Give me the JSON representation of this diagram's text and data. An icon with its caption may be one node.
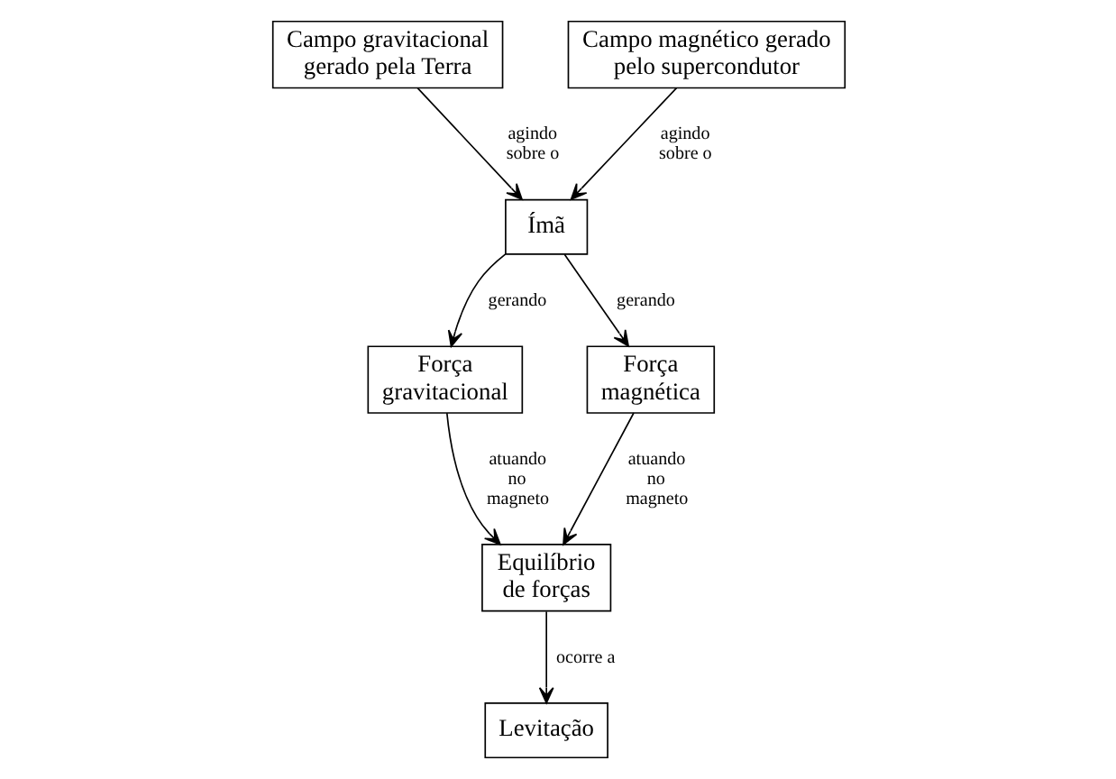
{
  "diagram": {
    "nodes": [
      {
        "text": [
          "Campo gravitacional gerado pela Terra"
        ]
      },
      {
        "text": [
          "Campo magnético gerado pelo supercondutor"
        ]
      },
      {
        "text": [
          "Ímã"
        ]
      },
      {
        "text": [
          "Força gravitacional"
        ]
      },
      {
        "text": [
          "Força magnética"
        ]
      },
      {
        "text": [
          "Equilíbrio de forças"
        ]
      },
      {
        "text": [
          "Levitação"
        ]
      }
    ],
    "edges": [
      {
        "from": 0,
        "to": 2,
        "arrow": "to",
        "label": "agindo sobre o"
      },
      {
        "from": 1,
        "to": 2,
        "arrow": "to",
        "label": "agindo sobre o"
      },
      {
        "from": 2,
        "to": 3,
        "arrow": "to",
        "label": "gerando"
      },
      {
        "from": 2,
        "to": 4,
        "arrow": "to",
        "label": "gerando"
      },
      {
        "from": 3,
        "to": 5,
        "arrow": "to",
        "label": "atuando no magneto"
      },
      {
        "from": 4,
        "to": 5,
        "arrow": "to",
        "label": "atuando no magneto"
      },
      {
        "from": 5,
        "to": 6,
        "arrow": "to",
        "label": "ocorre a"
      }
    ]
  }
}
